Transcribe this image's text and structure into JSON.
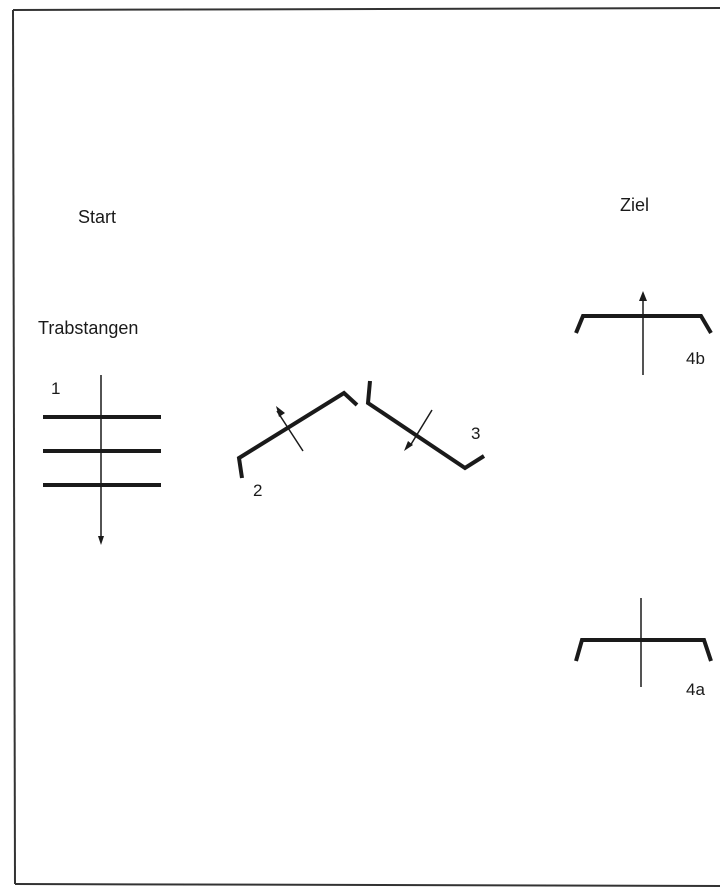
{
  "labels": {
    "start": "Start",
    "finish": "Ziel",
    "poles_title": "Trabstangen"
  },
  "obstacles": [
    {
      "id": "1",
      "label": "1"
    },
    {
      "id": "2",
      "label": "2"
    },
    {
      "id": "3",
      "label": "3"
    },
    {
      "id": "4b",
      "label": "4b"
    },
    {
      "id": "4a",
      "label": "4a"
    }
  ],
  "colors": {
    "ink": "#1a1a1a",
    "background": "#ffffff"
  }
}
